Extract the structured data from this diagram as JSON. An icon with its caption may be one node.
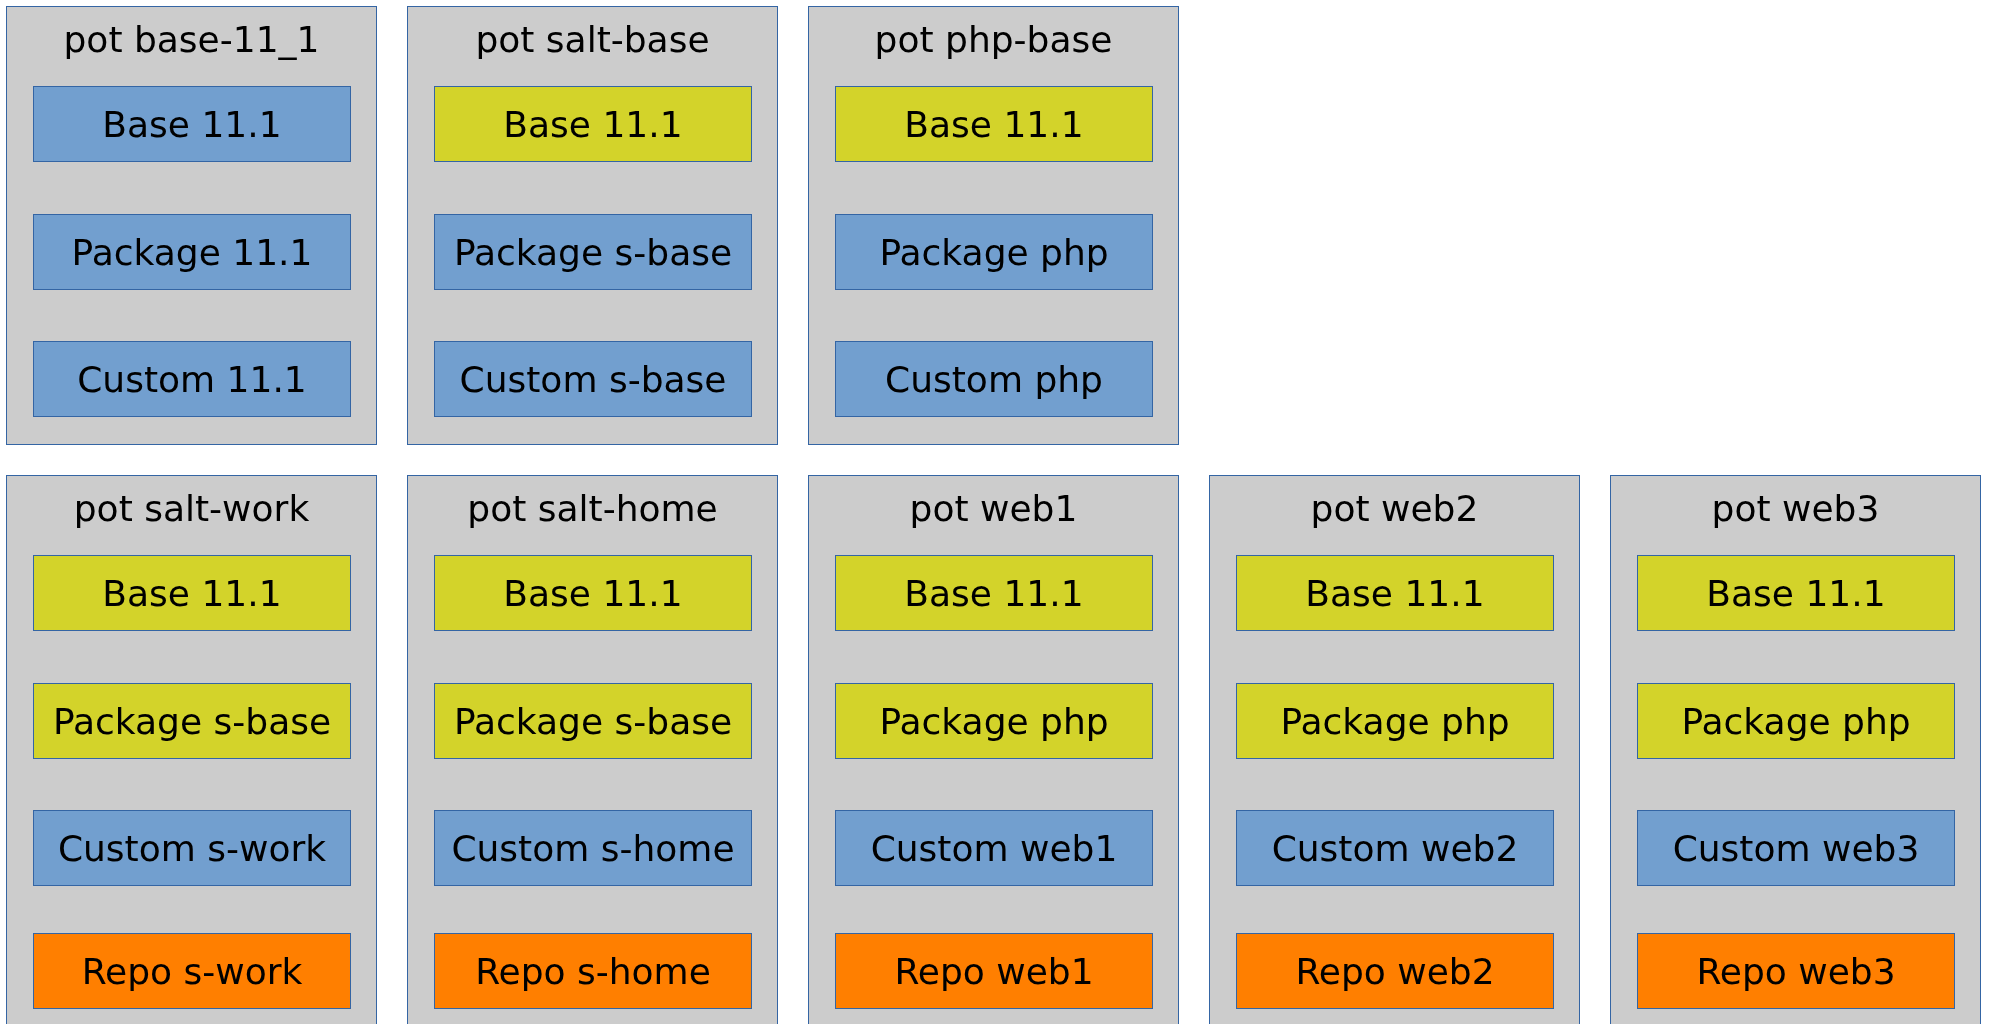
{
  "diagram": {
    "nodes": [
      {
        "text": [
          "pot base-11_1"
        ]
      },
      {
        "text": [
          "Base 11.1"
        ],
        "in": 0
      },
      {
        "text": [
          "Package 11.1"
        ],
        "in": 0
      },
      {
        "text": [
          "Custom 11.1"
        ],
        "in": 0
      },
      {
        "text": [
          "pot salt-base"
        ]
      },
      {
        "text": [
          "Base 11.1"
        ],
        "in": 4
      },
      {
        "text": [
          "Package s-base"
        ],
        "in": 4
      },
      {
        "text": [
          "Custom s-base"
        ],
        "in": 4
      },
      {
        "text": [
          "pot php-base"
        ]
      },
      {
        "text": [
          "Base 11.1"
        ],
        "in": 8
      },
      {
        "text": [
          "Package php"
        ],
        "in": 8
      },
      {
        "text": [
          "Custom php"
        ],
        "in": 8
      },
      {
        "text": [
          "pot salt-work"
        ]
      },
      {
        "text": [
          "Base 11.1"
        ],
        "in": 12
      },
      {
        "text": [
          "Package s-base"
        ],
        "in": 12
      },
      {
        "text": [
          "Custom s-work"
        ],
        "in": 12
      },
      {
        "text": [
          "Repo s-work"
        ],
        "in": 12
      },
      {
        "text": [
          "pot salt-home"
        ]
      },
      {
        "text": [
          "Base 11.1"
        ],
        "in": 17
      },
      {
        "text": [
          "Package s-base"
        ],
        "in": 17
      },
      {
        "text": [
          "Custom s-home"
        ],
        "in": 17
      },
      {
        "text": [
          "Repo s-home"
        ],
        "in": 17
      },
      {
        "text": [
          "pot web1"
        ]
      },
      {
        "text": [
          "Base 11.1"
        ],
        "in": 22
      },
      {
        "text": [
          "Package php"
        ],
        "in": 22
      },
      {
        "text": [
          "Custom web1"
        ],
        "in": 22
      },
      {
        "text": [
          "Repo web1"
        ],
        "in": 22
      },
      {
        "text": [
          "pot web2"
        ]
      },
      {
        "text": [
          "Base 11.1"
        ],
        "in": 27
      },
      {
        "text": [
          "Package php"
        ],
        "in": 27
      },
      {
        "text": [
          "Custom web2"
        ],
        "in": 27
      },
      {
        "text": [
          "Repo web2"
        ],
        "in": 27
      },
      {
        "text": [
          "pot web3"
        ]
      },
      {
        "text": [
          "Base 11.1"
        ],
        "in": 32
      },
      {
        "text": [
          "Package php"
        ],
        "in": 32
      },
      {
        "text": [
          "Custom web3"
        ],
        "in": 32
      },
      {
        "text": [
          "Repo web3"
        ],
        "in": 32
      }
    ]
  }
}
